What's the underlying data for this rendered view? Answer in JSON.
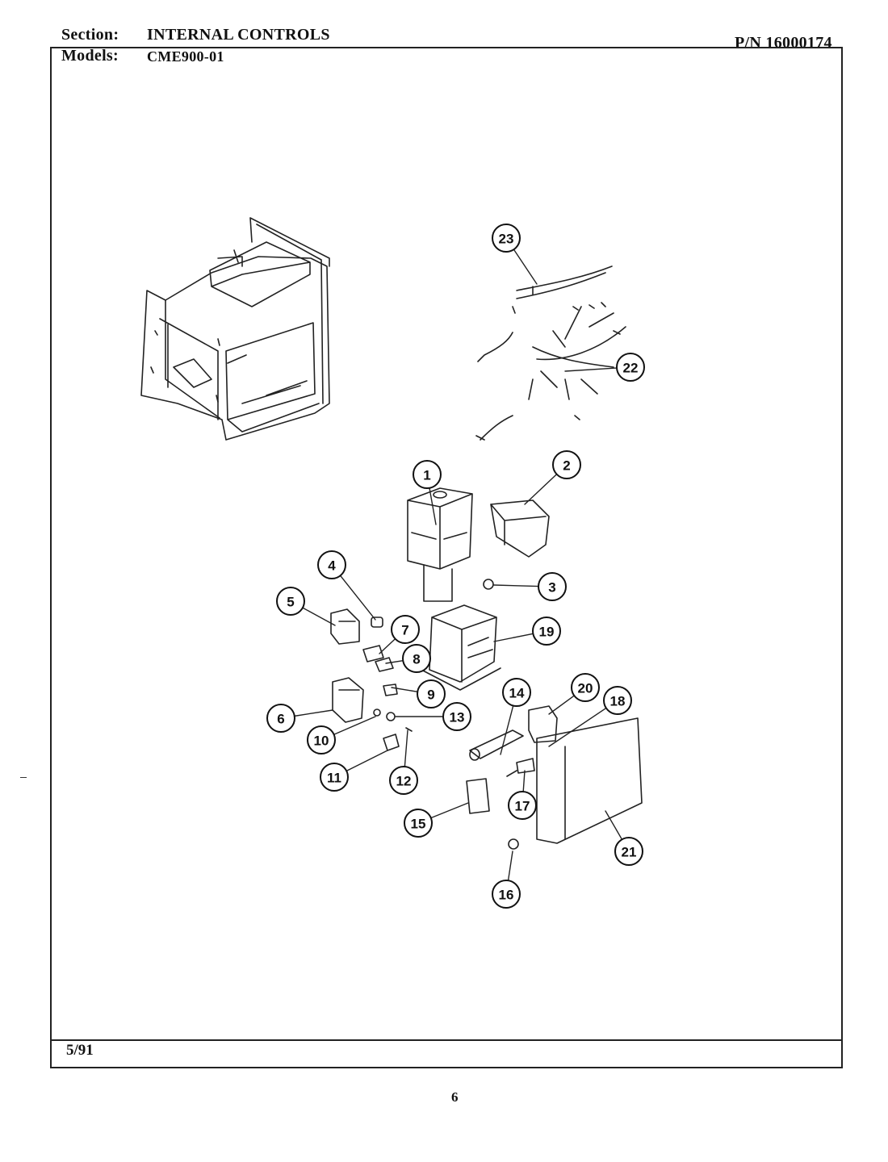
{
  "header": {
    "section_label": "Section:",
    "section_value": "INTERNAL CONTROLS",
    "models_label": "Models:",
    "models_value": "CME900-01",
    "part_number": "P/N 16000174"
  },
  "footer": {
    "date": "5/91",
    "page_number": "6"
  },
  "callouts": [
    "1",
    "2",
    "3",
    "4",
    "5",
    "6",
    "7",
    "8",
    "9",
    "10",
    "11",
    "12",
    "13",
    "14",
    "15",
    "16",
    "17",
    "18",
    "19",
    "20",
    "21",
    "22",
    "23"
  ]
}
